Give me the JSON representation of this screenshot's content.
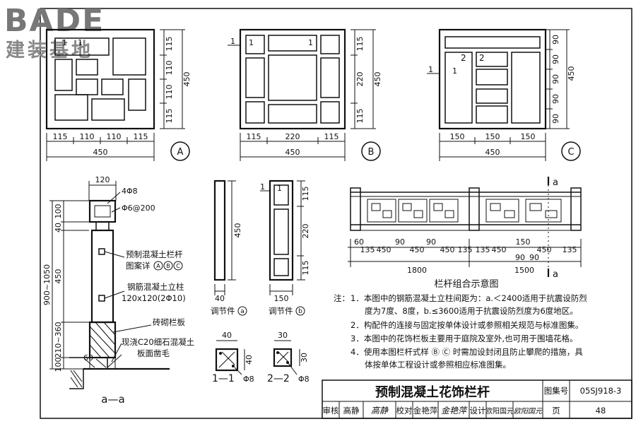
{
  "logo": {
    "brand": "BADE",
    "subtitle": "建装基地"
  },
  "panel_a": {
    "circle": "A",
    "dims_bottom": [
      "115",
      "110",
      "110",
      "115"
    ],
    "total_bottom": "450",
    "dims_right": [
      "115",
      "110",
      "110",
      "115"
    ],
    "total_right": "450",
    "section_mark": "1",
    "section_mark2": "1"
  },
  "panel_b": {
    "circle": "B",
    "dims_bottom": [
      "115",
      "220",
      "115"
    ],
    "total_bottom": "450",
    "dims_right": [
      "115",
      "220",
      "115"
    ],
    "total_right": "450",
    "section_mark": "1"
  },
  "panel_c": {
    "circle": "C",
    "dims_bottom": [
      "150",
      "150",
      "150"
    ],
    "total_bottom": "450",
    "dims_right": [
      "90",
      "90",
      "90",
      "90",
      "90"
    ],
    "total_right": "450",
    "section_mark": "1",
    "section_mark_2": "2"
  },
  "section_aa": {
    "top_width": "120",
    "rebar_top": "4Φ8",
    "stirrup": "Φ6@200",
    "left_dims": [
      "100",
      "40",
      "450",
      "210~360",
      "100"
    ],
    "left_total": "900~1050",
    "bottom_dim": "60",
    "label_panel": "预制混凝土栏杆",
    "label_panel2": "图案详",
    "label_panel_refs": [
      "A",
      "B",
      "C"
    ],
    "label_column": "钢筋混凝土立柱",
    "label_column_size": "120x120(2Φ10)",
    "label_wall": "砖砌栏板",
    "label_concrete": "现浇C20细石混凝土",
    "label_mortar": "板面凿毛",
    "title": "a—a"
  },
  "adjuster_a": {
    "height": "450",
    "width": "40",
    "caption": "调节件",
    "ref": "a"
  },
  "adjuster_b": {
    "dims_right": [
      "115",
      "220",
      "115"
    ],
    "width": "150",
    "caption": "调节件",
    "ref": "b",
    "section_mark": "1"
  },
  "sections": {
    "s1": {
      "width": "40",
      "height": "40",
      "rebar": "Φ8",
      "caption": "1—1"
    },
    "s2": {
      "width": "30",
      "height": "30",
      "rebar": "Φ8",
      "caption": "2—2"
    }
  },
  "elevation": {
    "title": "栏杆组合示意图",
    "cut_mark": "a",
    "dims_left": [
      "60",
      "135",
      "450",
      "90",
      "450",
      "90",
      "450",
      "135",
      "135"
    ],
    "dims_right": [
      "450",
      "150",
      "450",
      "135",
      "90",
      "90"
    ],
    "total_left": "1800",
    "total_right": "1500"
  },
  "notes": {
    "prefix": "注：",
    "items": [
      "1．本图中的钢筋混凝土立柱间距为：a.＜2400适用于抗震设防烈",
      "度为7度、8度，b.≤3600适用于抗震设防烈度为6度地区。",
      "2．构配件的连接与固定按单体设计或参照相关规范与标准图集。",
      "3．本图中的花饰栏板主要用于庭院及室外,也可用于围墙花格。",
      "4．使用本图栏杆式样 Ⓑ Ⓒ 时需加设封闭且防止攀爬的措施，具",
      "体按单体工程设计或参照相应标准图集。"
    ]
  },
  "title_block": {
    "title": "预制混凝土花饰栏杆",
    "atlas_label": "图集号",
    "atlas_no": "05SJ918-3",
    "review_label": "审核",
    "review_name": "高静",
    "check_label": "校对",
    "check_name": "金艳萍",
    "design_label": "设计",
    "design_name": "欧阳国元",
    "page_label": "页",
    "page_no": "48"
  }
}
